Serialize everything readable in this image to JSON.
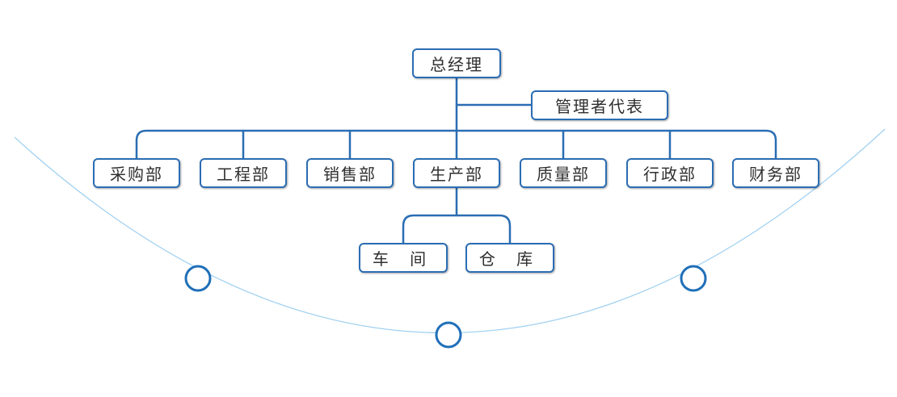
{
  "org": {
    "root": {
      "label": "总经理"
    },
    "representative": {
      "label": "管理者代表"
    },
    "departments": [
      {
        "label": "采购部"
      },
      {
        "label": "工程部"
      },
      {
        "label": "销售部"
      },
      {
        "label": "生产部"
      },
      {
        "label": "质量部"
      },
      {
        "label": "行政部"
      },
      {
        "label": "财务部"
      }
    ],
    "production_units": [
      {
        "label": "车 间"
      },
      {
        "label": "仓 库"
      }
    ]
  },
  "colors": {
    "line": "#2b6db3",
    "arc": "#8cc3ea",
    "arc_strong": "#1f6fb8",
    "text": "#2f2f2f",
    "background": "#ffffff"
  }
}
